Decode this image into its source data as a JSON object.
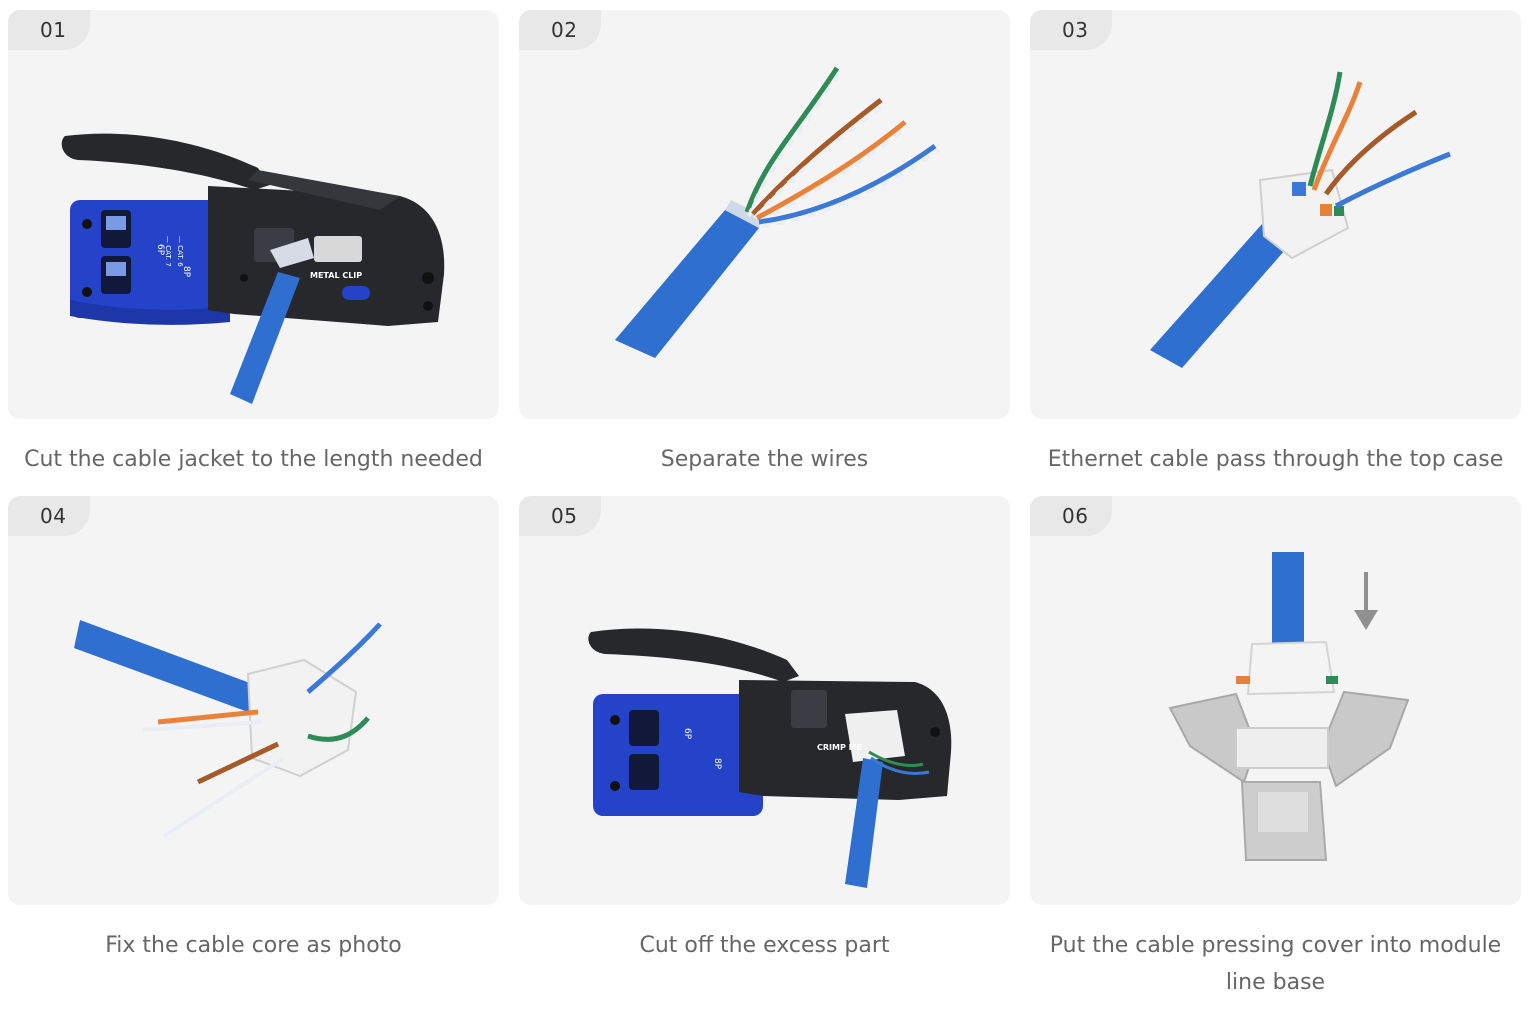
{
  "steps": [
    {
      "number": "01",
      "caption": "Cut the cable jacket to the length needed",
      "image": "crimping-tool-cutting-jacket"
    },
    {
      "number": "02",
      "caption": "Separate the wires",
      "image": "twisted-pairs-separated"
    },
    {
      "number": "03",
      "caption": "Ethernet cable pass through the top case",
      "image": "cable-through-top-case"
    },
    {
      "number": "04",
      "caption": "Fix the cable core as photo",
      "image": "wires-fixed-in-core"
    },
    {
      "number": "05",
      "caption": "Cut off the excess part",
      "image": "crimping-tool-trimming"
    },
    {
      "number": "06",
      "caption": "Put the cable pressing cover into module line base",
      "image": "module-pressing-cover"
    }
  ],
  "tool_labels": {
    "six_p": "6P",
    "eight_p": "8P",
    "cat7": "— CAT. 7",
    "cat6": "— CAT. 6",
    "metal_clip": "METAL CLIP",
    "crimp": "CRIMP ME"
  },
  "colors": {
    "panel_bg": "#f4f4f4",
    "badge_bg": "#e8e8e8",
    "cable_blue": "#2f6fd0",
    "tool_blue": "#2443c8",
    "tool_black": "#26282c",
    "caption_text": "#666666"
  }
}
